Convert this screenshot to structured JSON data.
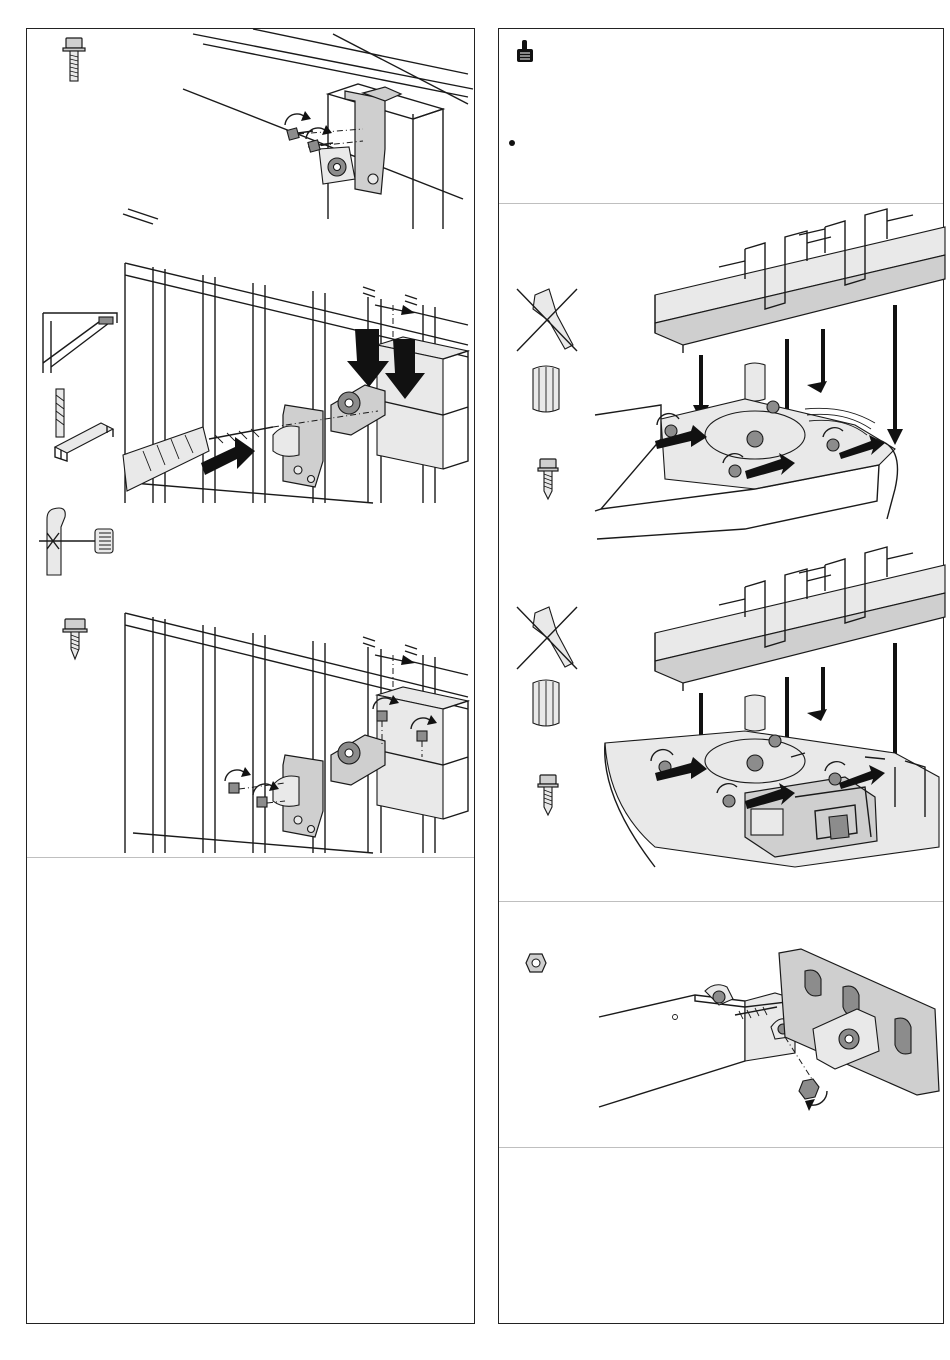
{
  "page": {
    "left_column": {
      "steps": [
        {
          "id": "bracket-screw-detail",
          "icon": "hex-flange-bolt-icon"
        },
        {
          "id": "drill-bracket-mounting",
          "icons": [
            "ceiling-bracket-icon",
            "drill-bit-icon",
            "steel-profile-icon",
            "no-drill-through-icon"
          ]
        },
        {
          "id": "screw-bracket-mounting",
          "icon": "wood-screw-icon"
        }
      ],
      "notes_area": "blank"
    },
    "right_column": {
      "note": {
        "icon": "pointing-hand-icon",
        "bullet_count": 1
      },
      "steps": [
        {
          "id": "rail-mount-variant-1",
          "icons": [
            "no-tool-icon",
            "splined-coupler-icon",
            "self-tapping-screw-icon"
          ]
        },
        {
          "id": "rail-mount-variant-2",
          "icons": [
            "no-tool-icon",
            "splined-coupler-icon",
            "self-tapping-screw-icon"
          ]
        },
        {
          "id": "door-arm-connection",
          "icon": "hex-nut-icon"
        }
      ],
      "notes_area": "blank"
    }
  },
  "colors": {
    "line": "#1a1a1a",
    "grey": "#cfcfcf",
    "light_grey": "#e9e9e9",
    "dark_grey": "#8c8c8c",
    "divider": "#bfbfbf"
  }
}
